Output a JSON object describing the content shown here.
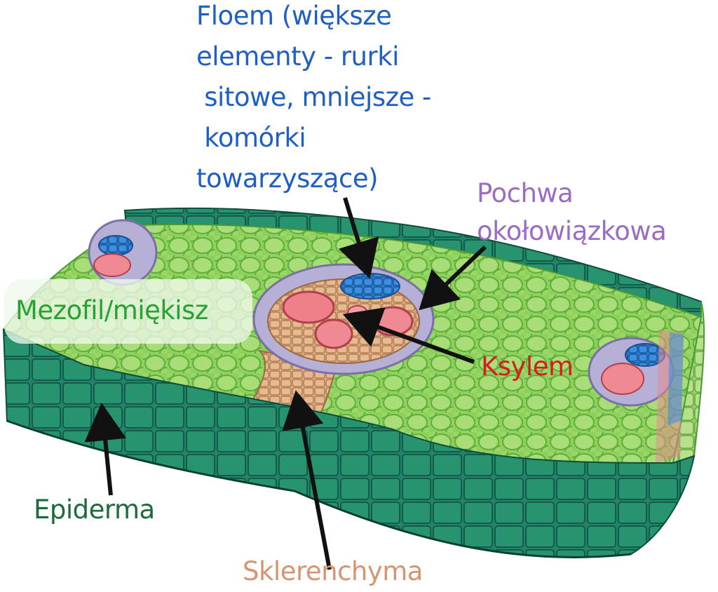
{
  "labels": {
    "floem": [
      "Floem (większe",
      "elementy - rurki",
      " sitowe, mniejsze -",
      " komórki",
      "towarzyszące)"
    ],
    "pochwa": [
      "Pochwa",
      "okołowiązkowa"
    ],
    "mezofil": "Mezofil/miękisz",
    "ksylem": "Ksylem",
    "epiderma": "Epiderma",
    "sklerenchyma": "Sklerenchyma"
  },
  "colors": {
    "floem_label": "#1f5fc4",
    "pochwa_label": "#9a6cc4",
    "mezofil_label": "#27a131",
    "ksylem_label": "#d41f1f",
    "epiderma_label": "#1e6b3a",
    "sklerenchyma_label": "#d79473",
    "epidermis": "#1f8a6a",
    "mesophyll": "#8ccf5a",
    "sclerenchyma": "#d9a57a",
    "phloem": "#2f7fd0",
    "xylem": "#e8707a",
    "bundle_sheath": "#a8a2c8"
  }
}
